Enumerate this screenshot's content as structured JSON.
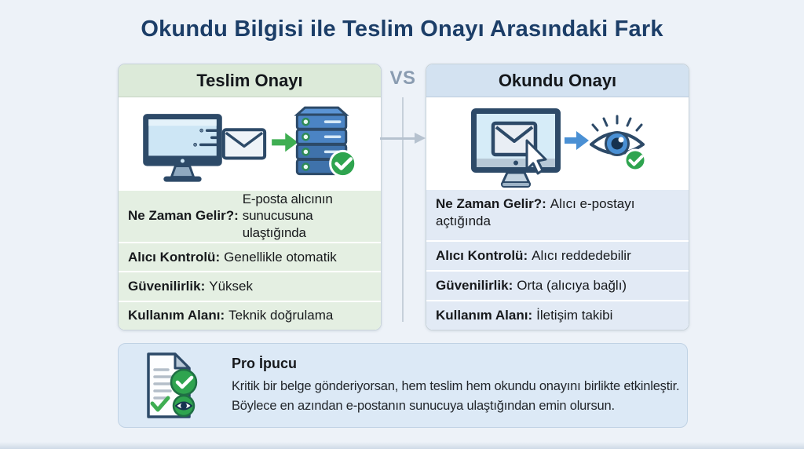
{
  "title": "Okundu Bilgisi ile Teslim Onayı Arasındaki Fark",
  "vs_label": "VS",
  "cards": {
    "delivery": {
      "header": "Teslim Onayı",
      "illustration_icons": [
        "monitor-icon",
        "speed-lines-icon",
        "envelope-icon",
        "green-arrow-right-icon",
        "server-stack-icon",
        "check-circle-icon"
      ],
      "rows": [
        {
          "label": "Ne Zaman Gelir?:",
          "value": "E-posta alıcının sunucusuna ulaştığında"
        },
        {
          "label": "Alıcı Kontrolü:",
          "value": "Genellikle otomatik"
        },
        {
          "label": "Güvenilirlik:",
          "value": "Yüksek"
        },
        {
          "label": "Kullanım Alanı:",
          "value": "Teknik doğrulama"
        }
      ]
    },
    "read": {
      "header": "Okundu Onayı",
      "illustration_icons": [
        "monitor-icon",
        "envelope-icon",
        "cursor-icon",
        "blue-arrow-right-icon",
        "eye-icon",
        "check-circle-icon"
      ],
      "rows": [
        {
          "label": "Ne Zaman Gelir?:",
          "value": "Alıcı e-postayı açtığında"
        },
        {
          "label": "Alıcı Kontrolü:",
          "value": "Alıcı reddedebilir"
        },
        {
          "label": "Güvenilirlik:",
          "value": "Orta (alıcıya bağlı)"
        },
        {
          "label": "Kullanım Alanı:",
          "value": "İletişim takibi"
        }
      ]
    }
  },
  "pro_tip": {
    "icon": "document-verified-icon",
    "title": "Pro İpucu",
    "line1": "Kritik bir belge gönderiyorsan, hem teslim hem okundu onayını birlikte etkinleştir.",
    "line2": "Böylece en azından e-postanın sunucuya ulaştığından emin olursun."
  },
  "colors": {
    "background": "#edf2f8",
    "title_text": "#1c3e68",
    "delivery_header_bg": "#dcead9",
    "delivery_row_bg": "#e4efe2",
    "read_header_bg": "#d3e2f1",
    "read_row_bg": "#e2eaf5",
    "protip_bg": "#dce9f6",
    "green_accent": "#2fa44f",
    "blue_accent": "#4a90d4",
    "navy_outline": "#2d4a68",
    "vs_text": "#8a9cb1"
  }
}
